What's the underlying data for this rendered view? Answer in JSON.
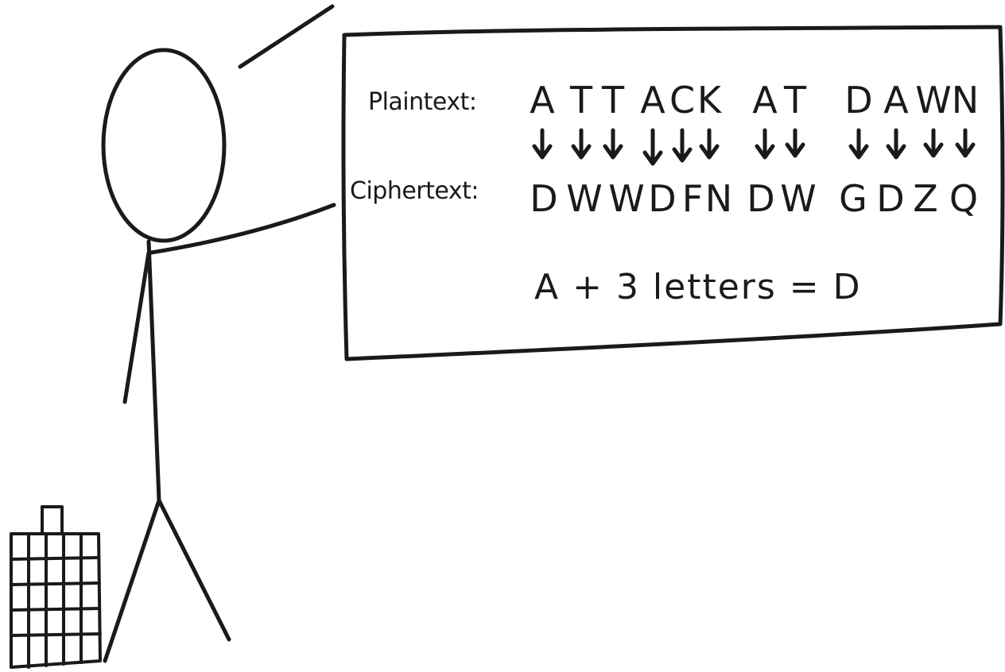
{
  "diagram": {
    "plaintext_label": "Plaintext:",
    "ciphertext_label": "Ciphertext:",
    "plaintext_letters": [
      "A",
      "T",
      "T",
      "A",
      "C",
      "K",
      "A",
      "T",
      "D",
      "A",
      "W",
      "N"
    ],
    "ciphertext_letters": [
      "D",
      "W",
      "W",
      "D",
      "F",
      "N",
      "D",
      "W",
      "G",
      "D",
      "Z",
      "Q"
    ],
    "formula": "A + 3 letters = D"
  },
  "colors": {
    "ink": "#1a1a1a",
    "background": "#ffffff"
  },
  "icons": {
    "arrow": "down-arrow-icon",
    "figure": "stick-figure",
    "building": "building-icon"
  }
}
